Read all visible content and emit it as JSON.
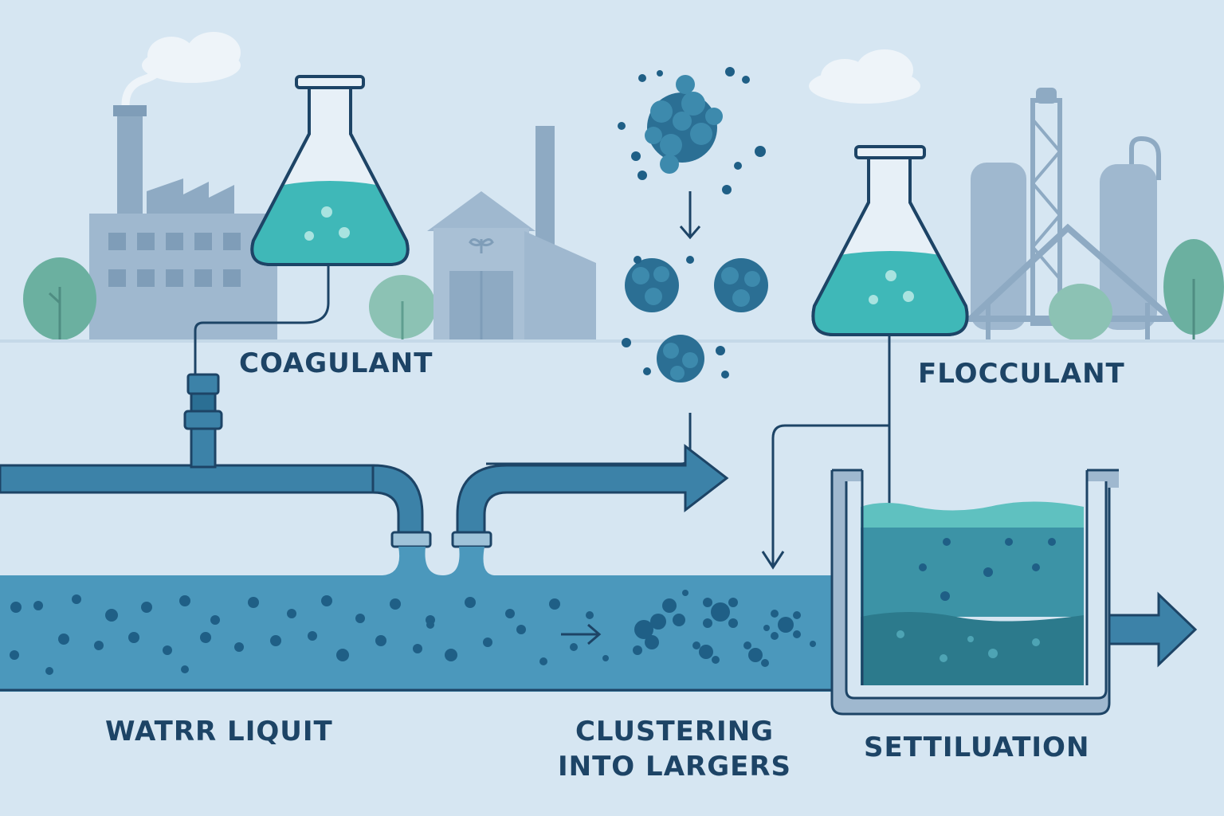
{
  "labels": {
    "coagulant": "COAGULANT",
    "flocculant": "FLOCCULANT",
    "water_liquid": "WATRR LIQUIT",
    "clustering_line1": "CLUSTERING",
    "clustering_line2": "INTO LARGERS",
    "settling": "SETTILUATION"
  },
  "colors": {
    "background": "#d6e6f2",
    "buildings": "#9fb8cf",
    "buildings_dark": "#7f9db8",
    "trees": "#6bb0a0",
    "pipe": "#3c82a8",
    "pipe_outline": "#1d4466",
    "liquid": "#3fb8b8",
    "particles": "#1f5f86",
    "text": "#1d4466"
  },
  "icons": [
    "factory-icon",
    "barn-icon",
    "silo-plant-icon",
    "flask-icon",
    "particle-cluster-icon",
    "arrow-icon",
    "settling-tank-icon",
    "tree-icon",
    "cloud-icon"
  ]
}
